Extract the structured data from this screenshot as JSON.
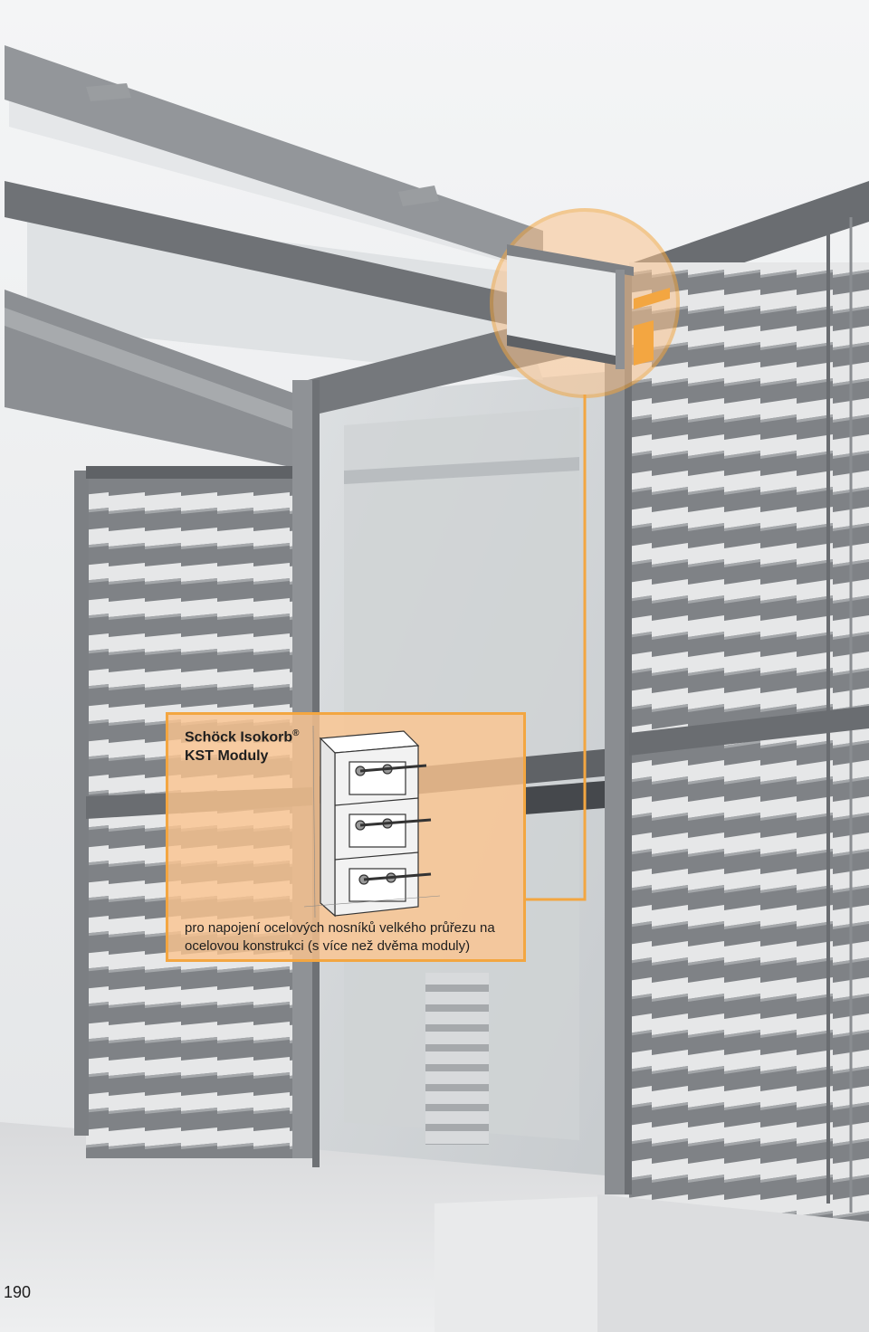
{
  "callout": {
    "title_line1": "Schöck Isokorb",
    "title_reg": "®",
    "title_line2": "KST Moduly",
    "description_line1": "pro napojení ocelových nosníků velkého průřezu na",
    "description_line2": "ocelovou konstrukci (s více než dvěma moduly)"
  },
  "page_number": "190",
  "colors": {
    "accent": "#f3a641",
    "callout_fill": "#fbc48e",
    "steel": "#8d9094",
    "glass": "#d3d6d8"
  }
}
